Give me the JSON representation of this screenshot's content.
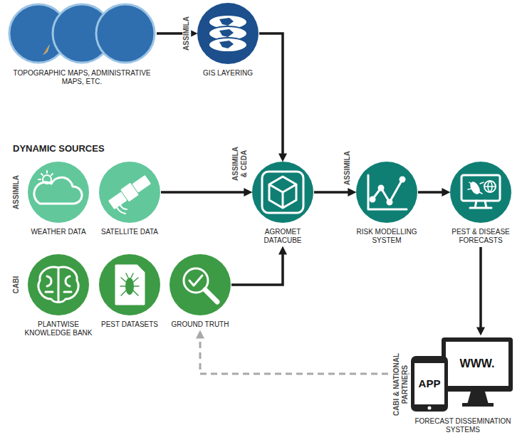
{
  "diagram": {
    "nodes": [
      {
        "text": [
          "TOPOGRAPHIC MAPS, ADMINISTRATIVE MAPS, ETC."
        ]
      },
      {
        "text": [
          "GIS LAYERING"
        ]
      },
      {
        "text": [
          "WEATHER DATA"
        ]
      },
      {
        "text": [
          "SATELLITE DATA"
        ]
      },
      {
        "text": [
          "AGROMET DATACUBE"
        ]
      },
      {
        "text": [
          "RISK MODELLING SYSTEM"
        ]
      },
      {
        "text": [
          "PEST & DISEASE FORECASTS"
        ]
      },
      {
        "text": [
          "PLANTWISE KNOWLEDGE BANK"
        ]
      },
      {
        "text": [
          "PEST DATASETS"
        ]
      },
      {
        "text": [
          "GROUND TRUTH"
        ]
      },
      {
        "text": [
          "FORECAST DISSEMINATION SYSTEMS"
        ]
      }
    ],
    "edges": [
      {
        "from": 0,
        "to": 1,
        "arrow": "to"
      },
      {
        "from": 1,
        "to": 4,
        "arrow": "to"
      },
      {
        "from": 3,
        "to": 4,
        "arrow": "to"
      },
      {
        "from": 9,
        "to": 4,
        "arrow": "to"
      },
      {
        "from": 4,
        "to": 5,
        "arrow": "to"
      },
      {
        "from": 5,
        "to": 6,
        "arrow": "to"
      },
      {
        "from": 6,
        "to": 10,
        "arrow": "to"
      },
      {
        "from": 10,
        "to": 9,
        "arrow": "to"
      }
    ],
    "labels": [
      "ASSIMILA",
      "DYNAMIC SOURCES",
      "ASSIMILA",
      "ASSIMILA & CEDA",
      "ASSIMILA",
      "CABI",
      "CABI & NATIONAL PARTNERS",
      "APP",
      "WWW."
    ]
  }
}
